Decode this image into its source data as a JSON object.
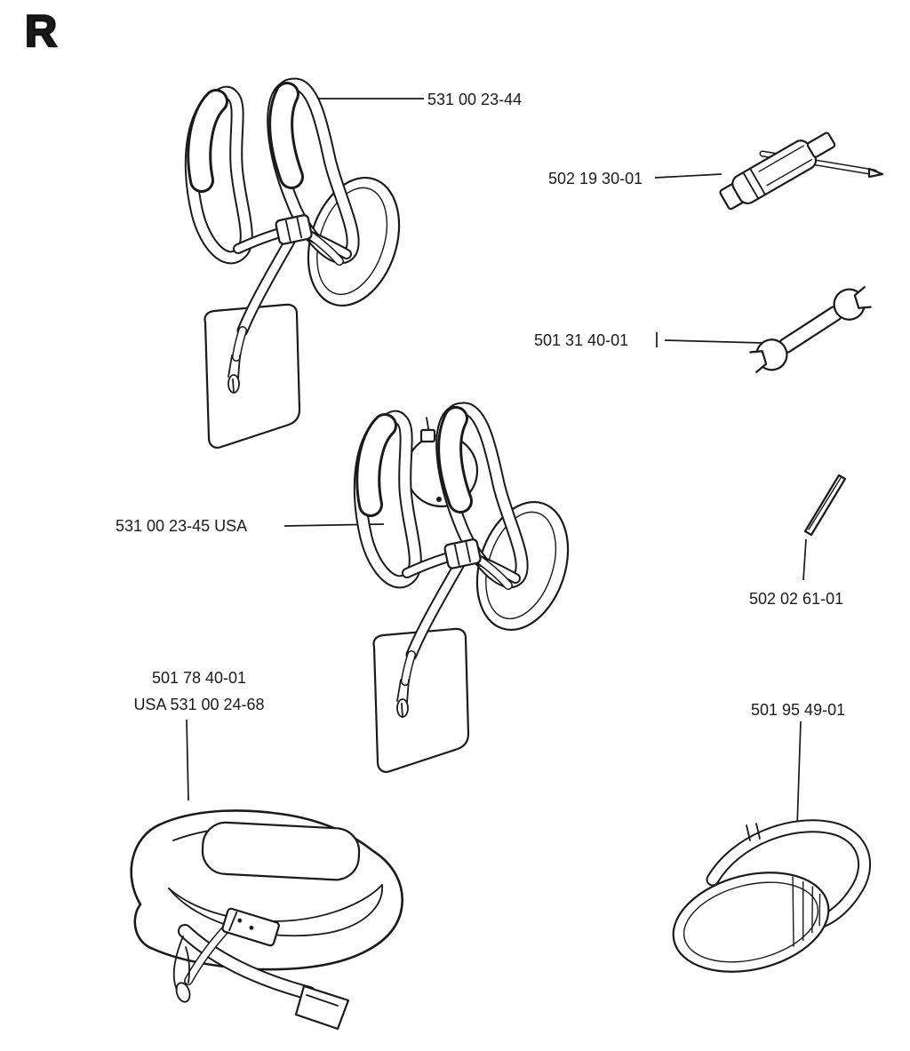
{
  "page": {
    "section_letter": "R",
    "ink_color": "#1a1a1a",
    "background_color": "#ffffff"
  },
  "parts": {
    "harness_std": {
      "name": "shoulder-harness",
      "label": "531 00 23-44"
    },
    "plug_wrench": {
      "name": "socket-wrench-tool",
      "label": "502 19 30-01"
    },
    "open_wrench": {
      "name": "open-end-wrench",
      "label": "501 31 40-01"
    },
    "harness_usa": {
      "name": "shoulder-harness-usa",
      "label": "531 00 23-45 USA"
    },
    "hex_pin": {
      "name": "pin-tool",
      "label": "502 02 61-01"
    },
    "belt": {
      "name": "support-belt",
      "label_line1": "501 78 40-01",
      "label_line2": "USA 531 00 24-68"
    },
    "goggles": {
      "name": "eye-protection",
      "label": "501 95 49-01"
    }
  }
}
